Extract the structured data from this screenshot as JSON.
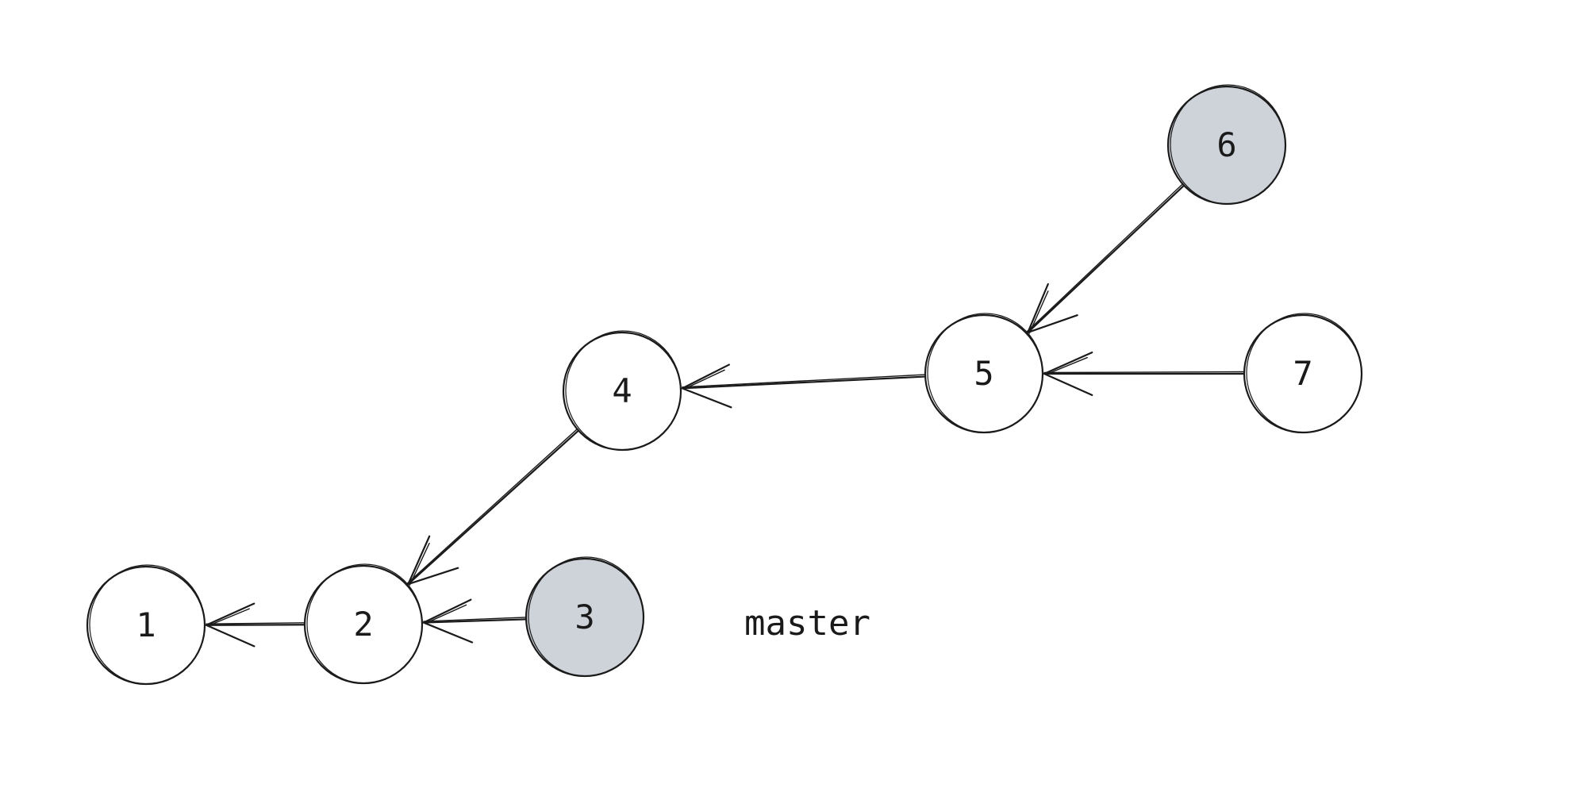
{
  "colors": {
    "stroke": "#1a1a1a",
    "node_fill": "#ffffff",
    "highlight_fill": "#ced3da",
    "background": "#ffffff"
  },
  "nodes": [
    {
      "id": "1",
      "label": "1",
      "highlighted": false
    },
    {
      "id": "2",
      "label": "2",
      "highlighted": false
    },
    {
      "id": "3",
      "label": "3",
      "highlighted": true
    },
    {
      "id": "4",
      "label": "4",
      "highlighted": false
    },
    {
      "id": "5",
      "label": "5",
      "highlighted": false
    },
    {
      "id": "6",
      "label": "6",
      "highlighted": true
    },
    {
      "id": "7",
      "label": "7",
      "highlighted": false
    }
  ],
  "edges": [
    {
      "from": "2",
      "to": "1"
    },
    {
      "from": "3",
      "to": "2"
    },
    {
      "from": "4",
      "to": "2"
    },
    {
      "from": "5",
      "to": "4"
    },
    {
      "from": "6",
      "to": "5"
    },
    {
      "from": "7",
      "to": "5"
    }
  ],
  "branch": {
    "label": "master"
  }
}
